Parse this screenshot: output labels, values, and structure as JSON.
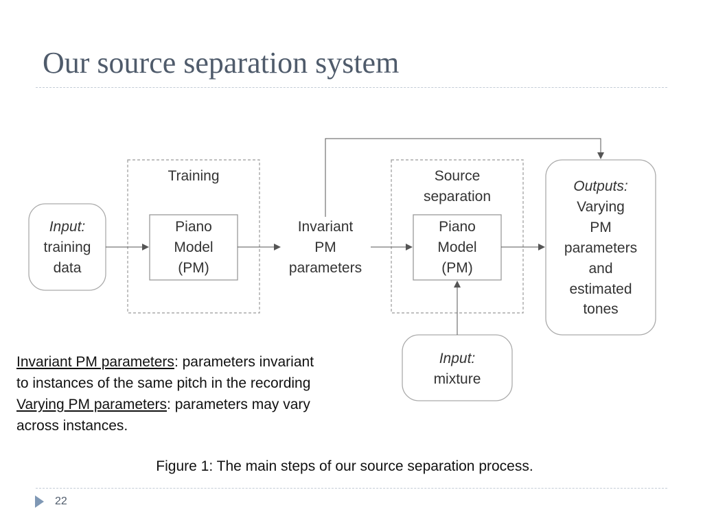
{
  "slide": {
    "title": "Our source separation system",
    "page_number": "22"
  },
  "diagram": {
    "input_training": {
      "label_italic": "Input:",
      "lines": [
        "training",
        "data"
      ]
    },
    "training_group": {
      "label": "Training"
    },
    "piano_model_1": {
      "lines": [
        "Piano",
        "Model",
        "(PM)"
      ]
    },
    "invariant_params": {
      "lines": [
        "Invariant",
        "PM",
        "parameters"
      ]
    },
    "source_separation_group": {
      "lines": [
        "Source",
        "separation"
      ]
    },
    "piano_model_2": {
      "lines": [
        "Piano",
        "Model",
        "(PM)"
      ]
    },
    "outputs": {
      "label_italic": "Outputs:",
      "lines": [
        "Varying",
        "PM",
        "parameters",
        "and",
        "estimated",
        "tones"
      ]
    },
    "input_mixture": {
      "label_italic": "Input:",
      "lines": [
        "mixture"
      ]
    }
  },
  "notes": {
    "invariant_term": "Invariant PM parameters",
    "invariant_def_1": ": parameters invariant",
    "invariant_def_2": "to instances of the same pitch in the recording",
    "varying_term": "Varying PM parameters",
    "varying_def_1": ": parameters may vary",
    "varying_def_2": "across instances."
  },
  "caption": "Figure 1: The main steps of our source separation process.",
  "colors": {
    "title": "#4f5b6b",
    "box_stroke": "#999999",
    "arrow": "#555555",
    "marker": "#7f98b5"
  }
}
